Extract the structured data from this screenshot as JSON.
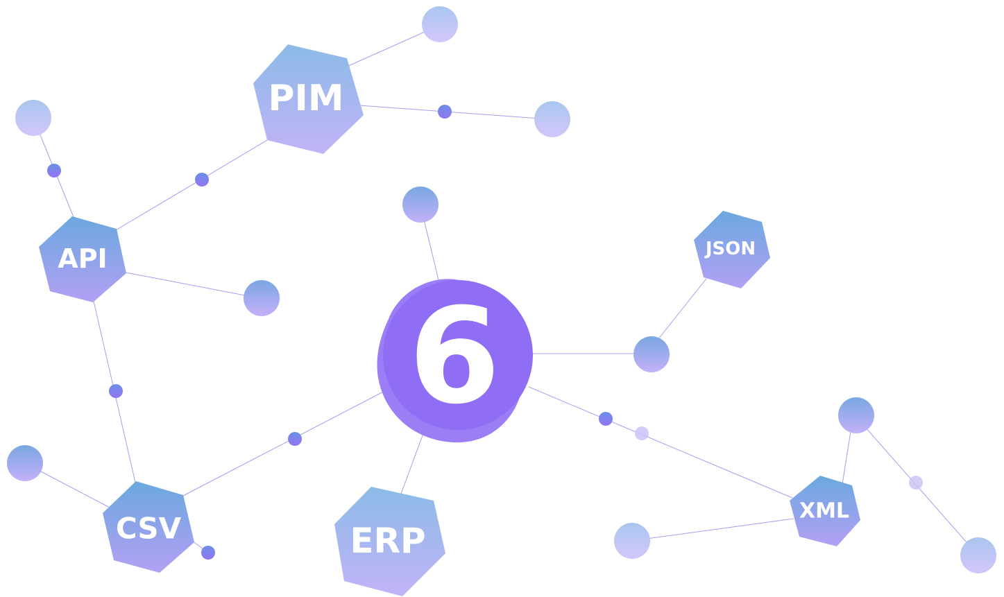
{
  "diagram": {
    "hub": {
      "label": "6",
      "color": "#8f6ef5"
    },
    "nodes": {
      "pim": {
        "label": "PIM"
      },
      "api": {
        "label": "API"
      },
      "csv": {
        "label": "CSV"
      },
      "erp": {
        "label": "ERP"
      },
      "json": {
        "label": "JSON"
      },
      "xml": {
        "label": "XML"
      }
    },
    "colors": {
      "hex_top": "#6aa8de",
      "hex_bottom": "#b3a0f5",
      "circle_top": "#7aa7e0",
      "circle_bottom": "#c4b0fa",
      "dot": "#7f6ef0",
      "edge": "#a49cf0"
    }
  }
}
